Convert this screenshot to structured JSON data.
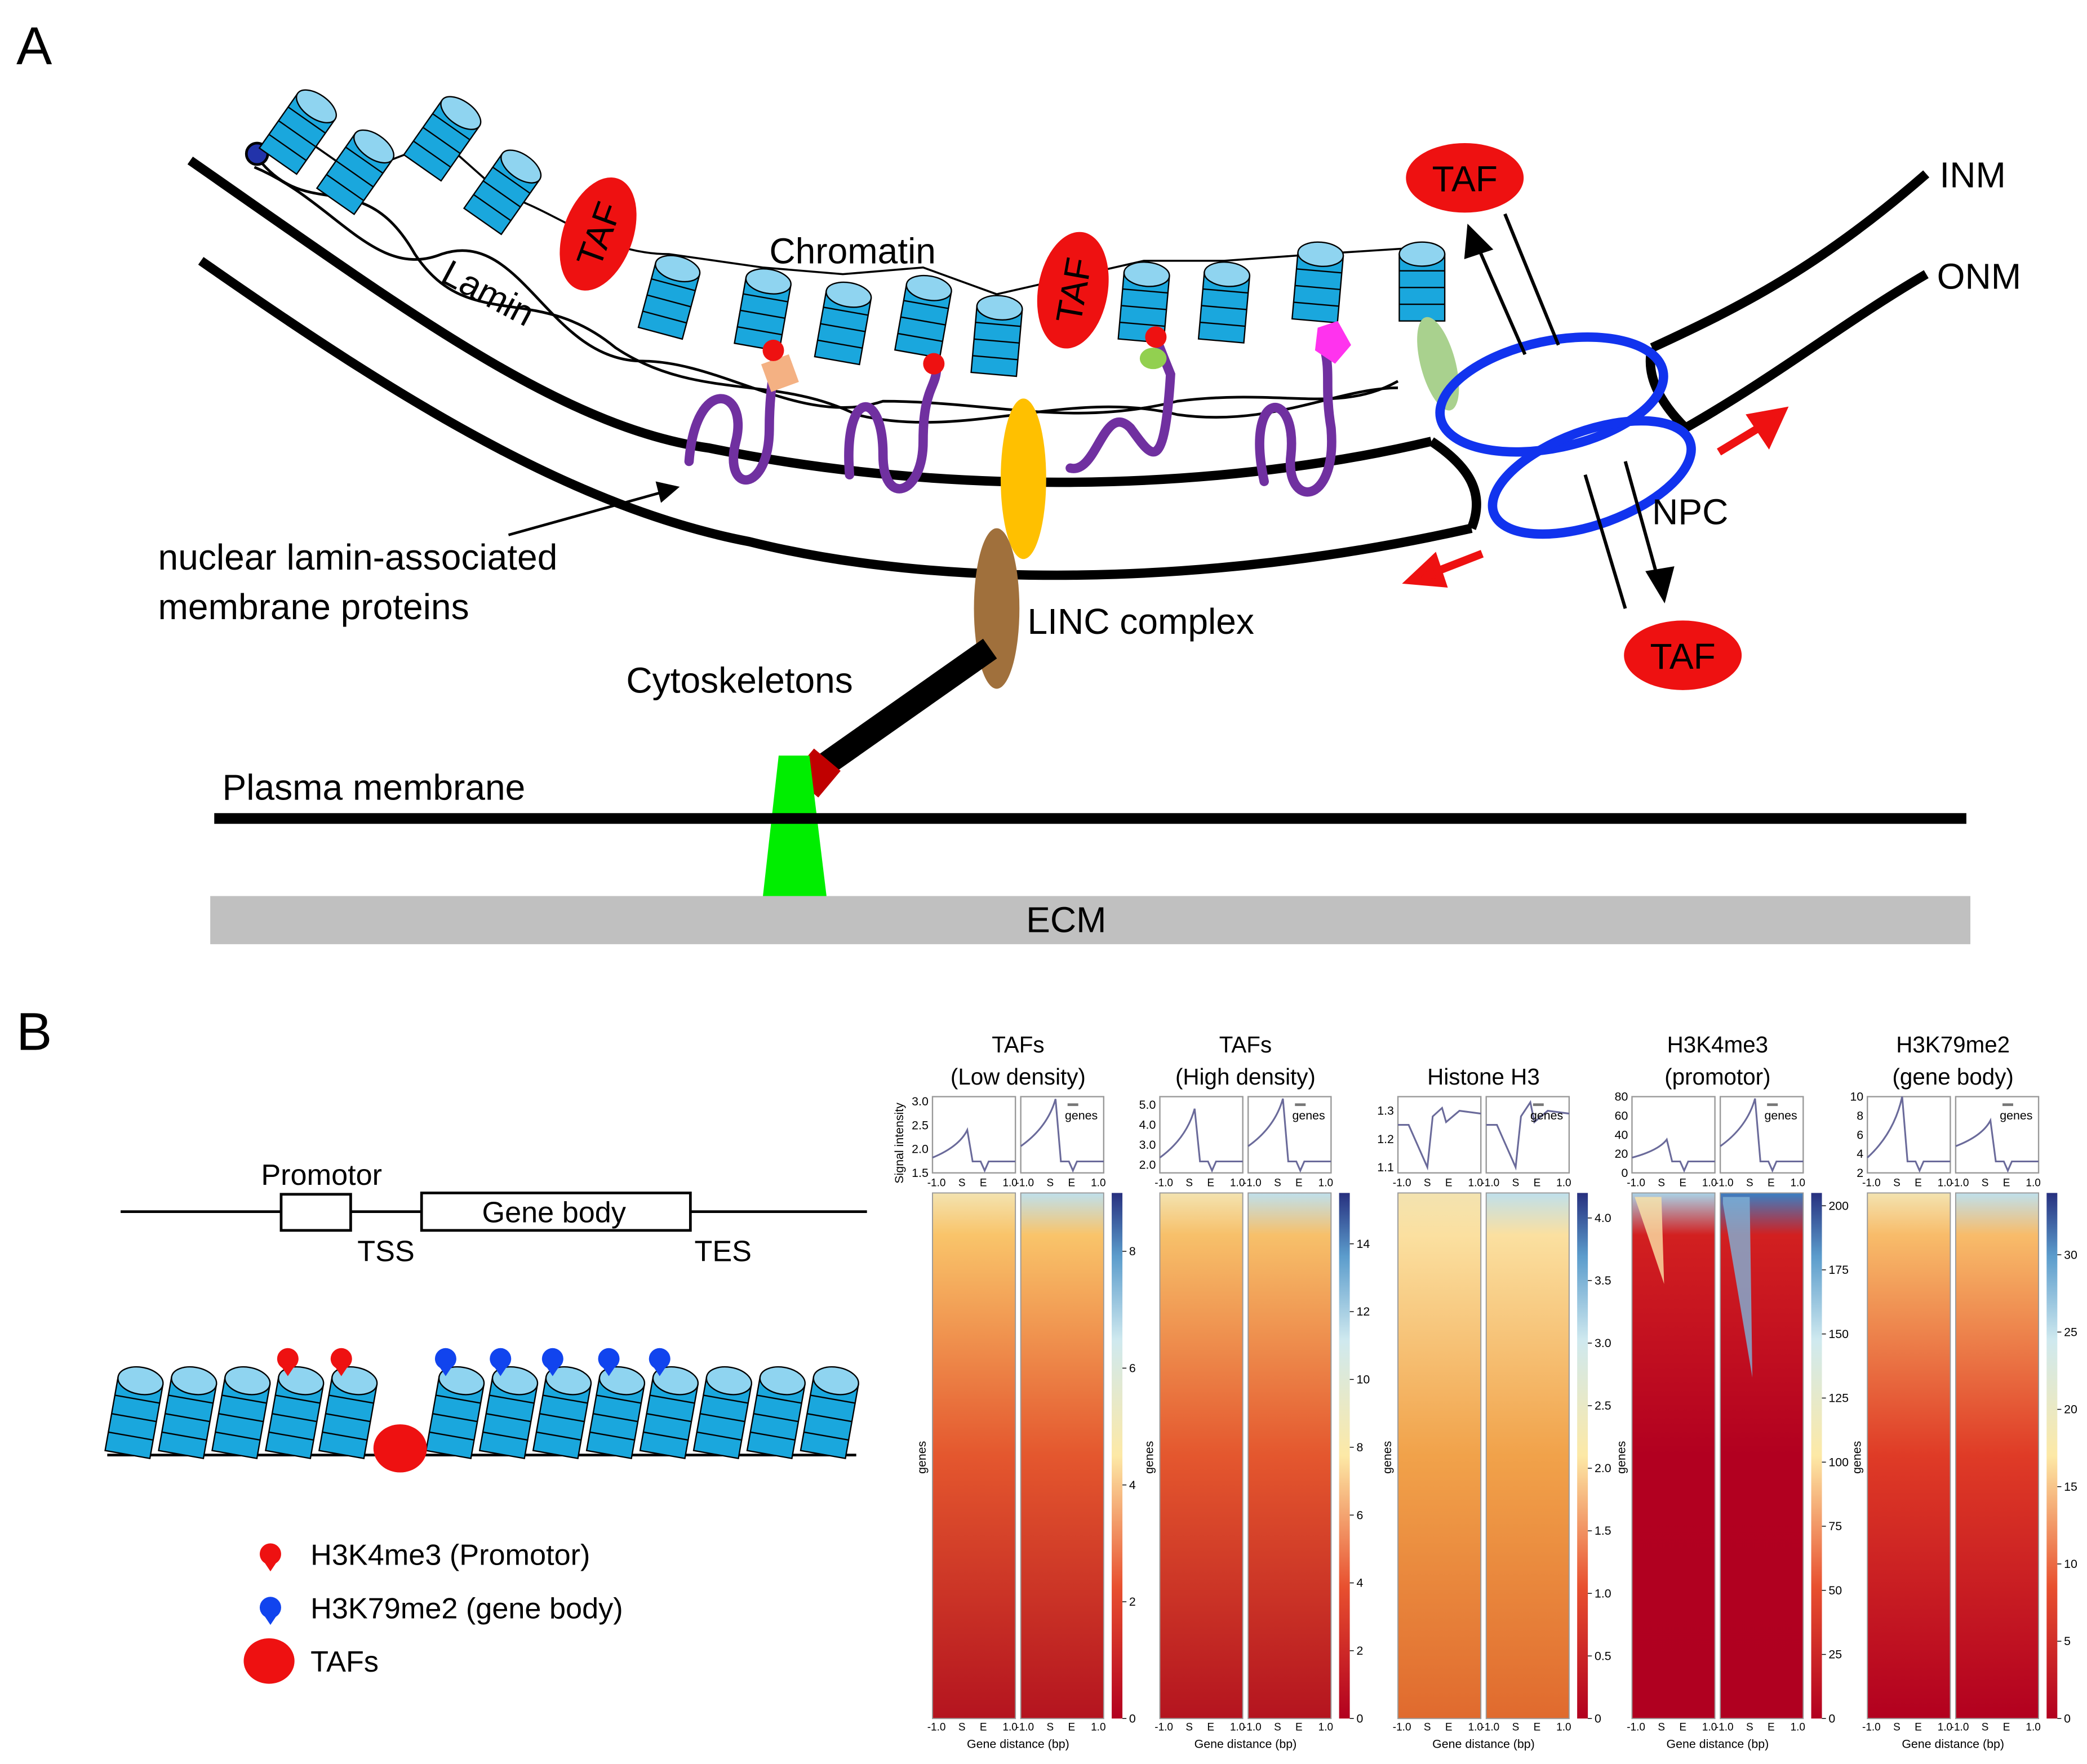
{
  "panel_a": {
    "label": "A",
    "chromatin": "Chromatin",
    "lamin": "Lamin",
    "taf": "TAF",
    "inm": "INM",
    "onm": "ONM",
    "npc": "NPC",
    "lamin_proteins_line1": "nuclear lamin-associated",
    "lamin_proteins_line2": "membrane proteins",
    "linc": "LINC complex",
    "cytoskeletons": "Cytoskeletons",
    "plasma_membrane": "Plasma membrane",
    "ecm": "ECM",
    "colors": {
      "nucleosome": "#1aa7dd",
      "taf": "#ee1111",
      "npc": "#1133ee",
      "lamin_protein": "#7030a0",
      "linc_inner": "#ffc000",
      "linc_outer": "#a0703c",
      "integrin": "#00ee00",
      "ecm": "#c0c0c0"
    }
  },
  "panel_b": {
    "label": "B",
    "promotor": "Promotor",
    "gene_body": "Gene body",
    "tss": "TSS",
    "tes": "TES",
    "legend": [
      {
        "label": "H3K4me3 (Promotor)",
        "color": "#ee1111"
      },
      {
        "label": "H3K79me2 (gene body)",
        "color": "#1144ee"
      },
      {
        "label": "TAFs",
        "color": "#ee1111"
      }
    ]
  },
  "chart_data": {
    "type": "heatmap",
    "profile_ylabel": "Signal intensity",
    "xlabel": "Gene distance (bp)",
    "row_label": "genes",
    "legend_entry": "genes",
    "x_ticks": [
      "-1.0",
      "S",
      "E",
      "1.0"
    ],
    "panels": [
      {
        "title1": "TAFs",
        "title2": "(Low density)",
        "profile_ticks": [
          "1.5",
          "2.0",
          "2.5",
          "3.0"
        ],
        "profile_ylim": [
          1.5,
          3.1
        ],
        "colorbar_ticks": [
          "0",
          "2",
          "4",
          "6",
          "8"
        ],
        "colorbar_range": [
          0,
          9
        ],
        "peak_left": 2.4,
        "peak_right": 3.05
      },
      {
        "title1": "TAFs",
        "title2": "(High density)",
        "profile_ticks": [
          "2.0",
          "3.0",
          "4.0",
          "5.0"
        ],
        "profile_ylim": [
          1.6,
          5.4
        ],
        "colorbar_ticks": [
          "0",
          "2",
          "4",
          "6",
          "8",
          "10",
          "12",
          "14"
        ],
        "colorbar_range": [
          0,
          15.5
        ],
        "peak_left": 4.8,
        "peak_right": 5.3
      },
      {
        "title1": "",
        "title2": "Histone H3",
        "profile_ticks": [
          "1.1",
          "1.2",
          "1.3"
        ],
        "profile_ylim": [
          1.08,
          1.35
        ],
        "colorbar_ticks": [
          "0",
          "0.5",
          "1.0",
          "1.5",
          "2.0",
          "2.5",
          "3.0",
          "3.5",
          "4.0"
        ],
        "colorbar_range": [
          0,
          4.2
        ],
        "peak_left": 1.31,
        "peak_right": 1.33
      },
      {
        "title1": "H3K4me3",
        "title2": "(promotor)",
        "profile_ticks": [
          "0",
          "20",
          "40",
          "60",
          "80"
        ],
        "profile_ylim": [
          0,
          80
        ],
        "colorbar_ticks": [
          "0",
          "25",
          "50",
          "75",
          "100",
          "125",
          "150",
          "175",
          "200"
        ],
        "colorbar_range": [
          0,
          205
        ],
        "peak_left": 35,
        "peak_right": 78
      },
      {
        "title1": "H3K79me2",
        "title2": "(gene body)",
        "profile_ticks": [
          "2",
          "4",
          "6",
          "8",
          "10"
        ],
        "profile_ylim": [
          2,
          10
        ],
        "colorbar_ticks": [
          "0",
          "5",
          "10",
          "15",
          "20",
          "25",
          "30"
        ],
        "colorbar_range": [
          0,
          34
        ],
        "peak_left": 10,
        "peak_right": 7.5
      }
    ]
  }
}
